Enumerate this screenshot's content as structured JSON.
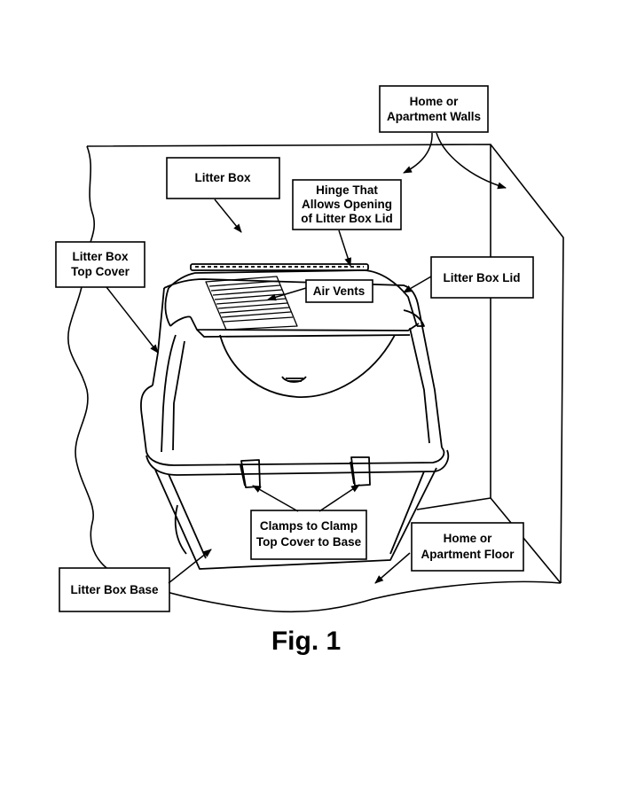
{
  "figure": {
    "caption": "Fig. 1"
  },
  "labels": {
    "litter_box": "Litter Box",
    "walls_line1": "Home or",
    "walls_line2": "Apartment Walls",
    "hinge_line1": "Hinge That",
    "hinge_line2": "Allows Opening",
    "hinge_line3": "of Litter Box Lid",
    "top_cover_line1": "Litter Box",
    "top_cover_line2": "Top Cover",
    "lid": "Litter Box Lid",
    "air_vents": "Air Vents",
    "clamps_line1": "Clamps to Clamp",
    "clamps_line2": "Top Cover to Base",
    "floor_line1": "Home or",
    "floor_line2": "Apartment Floor",
    "base": "Litter Box Base"
  }
}
